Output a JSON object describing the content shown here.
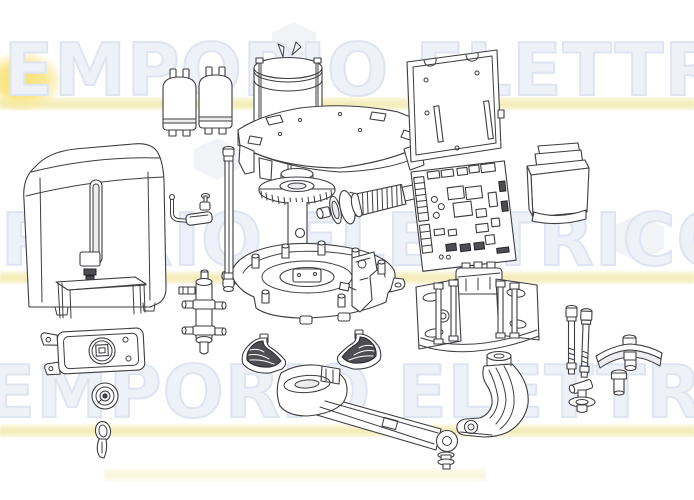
{
  "watermark": {
    "text": "EMPORIO ELETTRICO",
    "letter_color": "#eef1f8",
    "outline_color": "#dfe4f1",
    "stripe_color": "#f3ecb4",
    "blob_color": "#f8e175"
  },
  "diagram": {
    "subject": "swing-gate-operator-exploded-parts-view",
    "line_color": "#3d3d42",
    "dark_part_color": "#4d4d52",
    "parts": [
      "housing-cover",
      "mounting-base-plate",
      "lock-faceplate",
      "lock-cylinder",
      "release-key",
      "capacitor-1",
      "capacitor-2",
      "electric-motor",
      "motor-flange-plate",
      "back-mounting-plate",
      "control-board-pcb",
      "transformer",
      "crown-gear",
      "worm-drive-shaft",
      "gearbox-base",
      "release-lever",
      "connecting-rod",
      "release-valve",
      "limit-stop-shoe-left",
      "limit-stop-shoe-right",
      "front-mounting-bracket",
      "support-bracket",
      "straight-arm",
      "curved-arm",
      "fixing-bolt-1",
      "fixing-bolt-2",
      "gate-bracket",
      "grease-fitting",
      "stub-bolt"
    ]
  }
}
